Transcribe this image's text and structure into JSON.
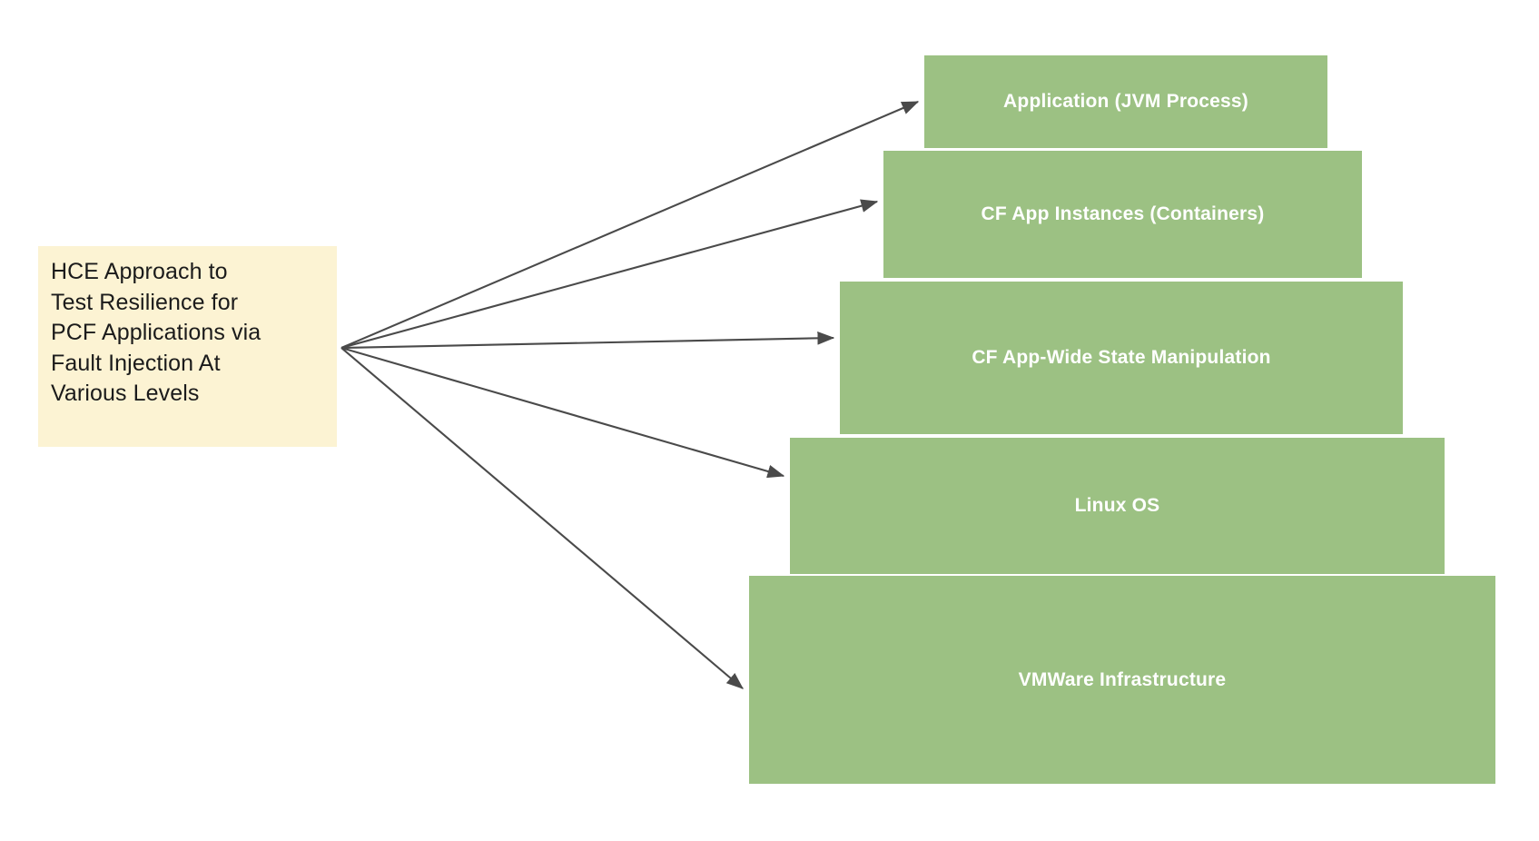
{
  "diagram": {
    "title": "HCE Approach to Test Resilience for PCF Applications via Fault Injection At Various Levels",
    "background_color": "#ffffff",
    "source_node": {
      "label": "HCE Approach to\nTest Resilience for\nPCF Applications via\nFault Injection At\nVarious Levels",
      "fill_color": "#fcf3d3",
      "text_color": "#1b1b1b"
    },
    "connector": {
      "color": "#4a4a4a",
      "style": "arrow",
      "origin_label": "fan-out-origin"
    },
    "layers": [
      {
        "label": "Application (JVM Process)",
        "fill_color": "#9cc183",
        "text_color": "#ffffff"
      },
      {
        "label": "CF App Instances (Containers)",
        "fill_color": "#9cc183",
        "text_color": "#ffffff"
      },
      {
        "label": "CF App-Wide State Manipulation",
        "fill_color": "#9cc183",
        "text_color": "#ffffff"
      },
      {
        "label": "Linux OS",
        "fill_color": "#9cc183",
        "text_color": "#ffffff"
      },
      {
        "label": "VMWare Infrastructure",
        "fill_color": "#9cc183",
        "text_color": "#ffffff"
      }
    ]
  }
}
